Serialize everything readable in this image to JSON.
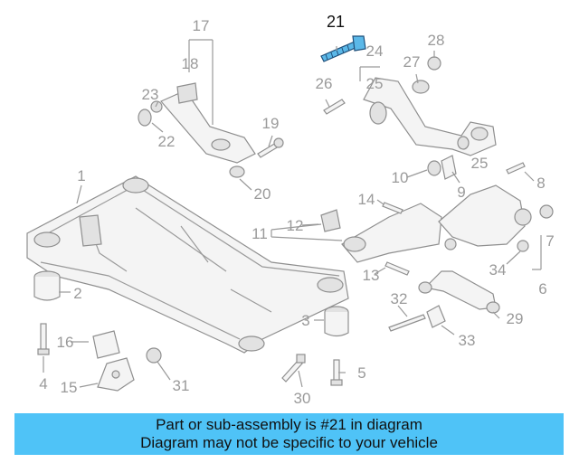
{
  "diagram": {
    "labels": [
      {
        "id": "1",
        "name": "label-1"
      },
      {
        "id": "2",
        "name": "label-2"
      },
      {
        "id": "3",
        "name": "label-3"
      },
      {
        "id": "4",
        "name": "label-4"
      },
      {
        "id": "5",
        "name": "label-5"
      },
      {
        "id": "6",
        "name": "label-6"
      },
      {
        "id": "7",
        "name": "label-7"
      },
      {
        "id": "8",
        "name": "label-8"
      },
      {
        "id": "9",
        "name": "label-9"
      },
      {
        "id": "10",
        "name": "label-10"
      },
      {
        "id": "11",
        "name": "label-11"
      },
      {
        "id": "12",
        "name": "label-12"
      },
      {
        "id": "13",
        "name": "label-13"
      },
      {
        "id": "14",
        "name": "label-14"
      },
      {
        "id": "15",
        "name": "label-15"
      },
      {
        "id": "16",
        "name": "label-16"
      },
      {
        "id": "17",
        "name": "label-17"
      },
      {
        "id": "18",
        "name": "label-18"
      },
      {
        "id": "19",
        "name": "label-19"
      },
      {
        "id": "20",
        "name": "label-20"
      },
      {
        "id": "21",
        "name": "label-21-highlighted"
      },
      {
        "id": "22",
        "name": "label-22"
      },
      {
        "id": "23",
        "name": "label-23"
      },
      {
        "id": "24",
        "name": "label-24"
      },
      {
        "id": "25",
        "name": "label-25"
      },
      {
        "id": "26",
        "name": "label-26"
      },
      {
        "id": "27",
        "name": "label-27"
      },
      {
        "id": "28",
        "name": "label-28"
      },
      {
        "id": "29",
        "name": "label-29"
      },
      {
        "id": "30",
        "name": "label-30"
      },
      {
        "id": "31",
        "name": "label-31"
      },
      {
        "id": "32",
        "name": "label-32"
      },
      {
        "id": "33",
        "name": "label-33"
      },
      {
        "id": "34",
        "name": "label-34"
      }
    ],
    "highlight_color": "#5bb8e8",
    "label_color": "#9a9a9a"
  },
  "banner": {
    "line1": "Part or sub-assembly is #21 in diagram",
    "line2": "Diagram may not be specific to your vehicle",
    "color": "#4fc3f7"
  }
}
